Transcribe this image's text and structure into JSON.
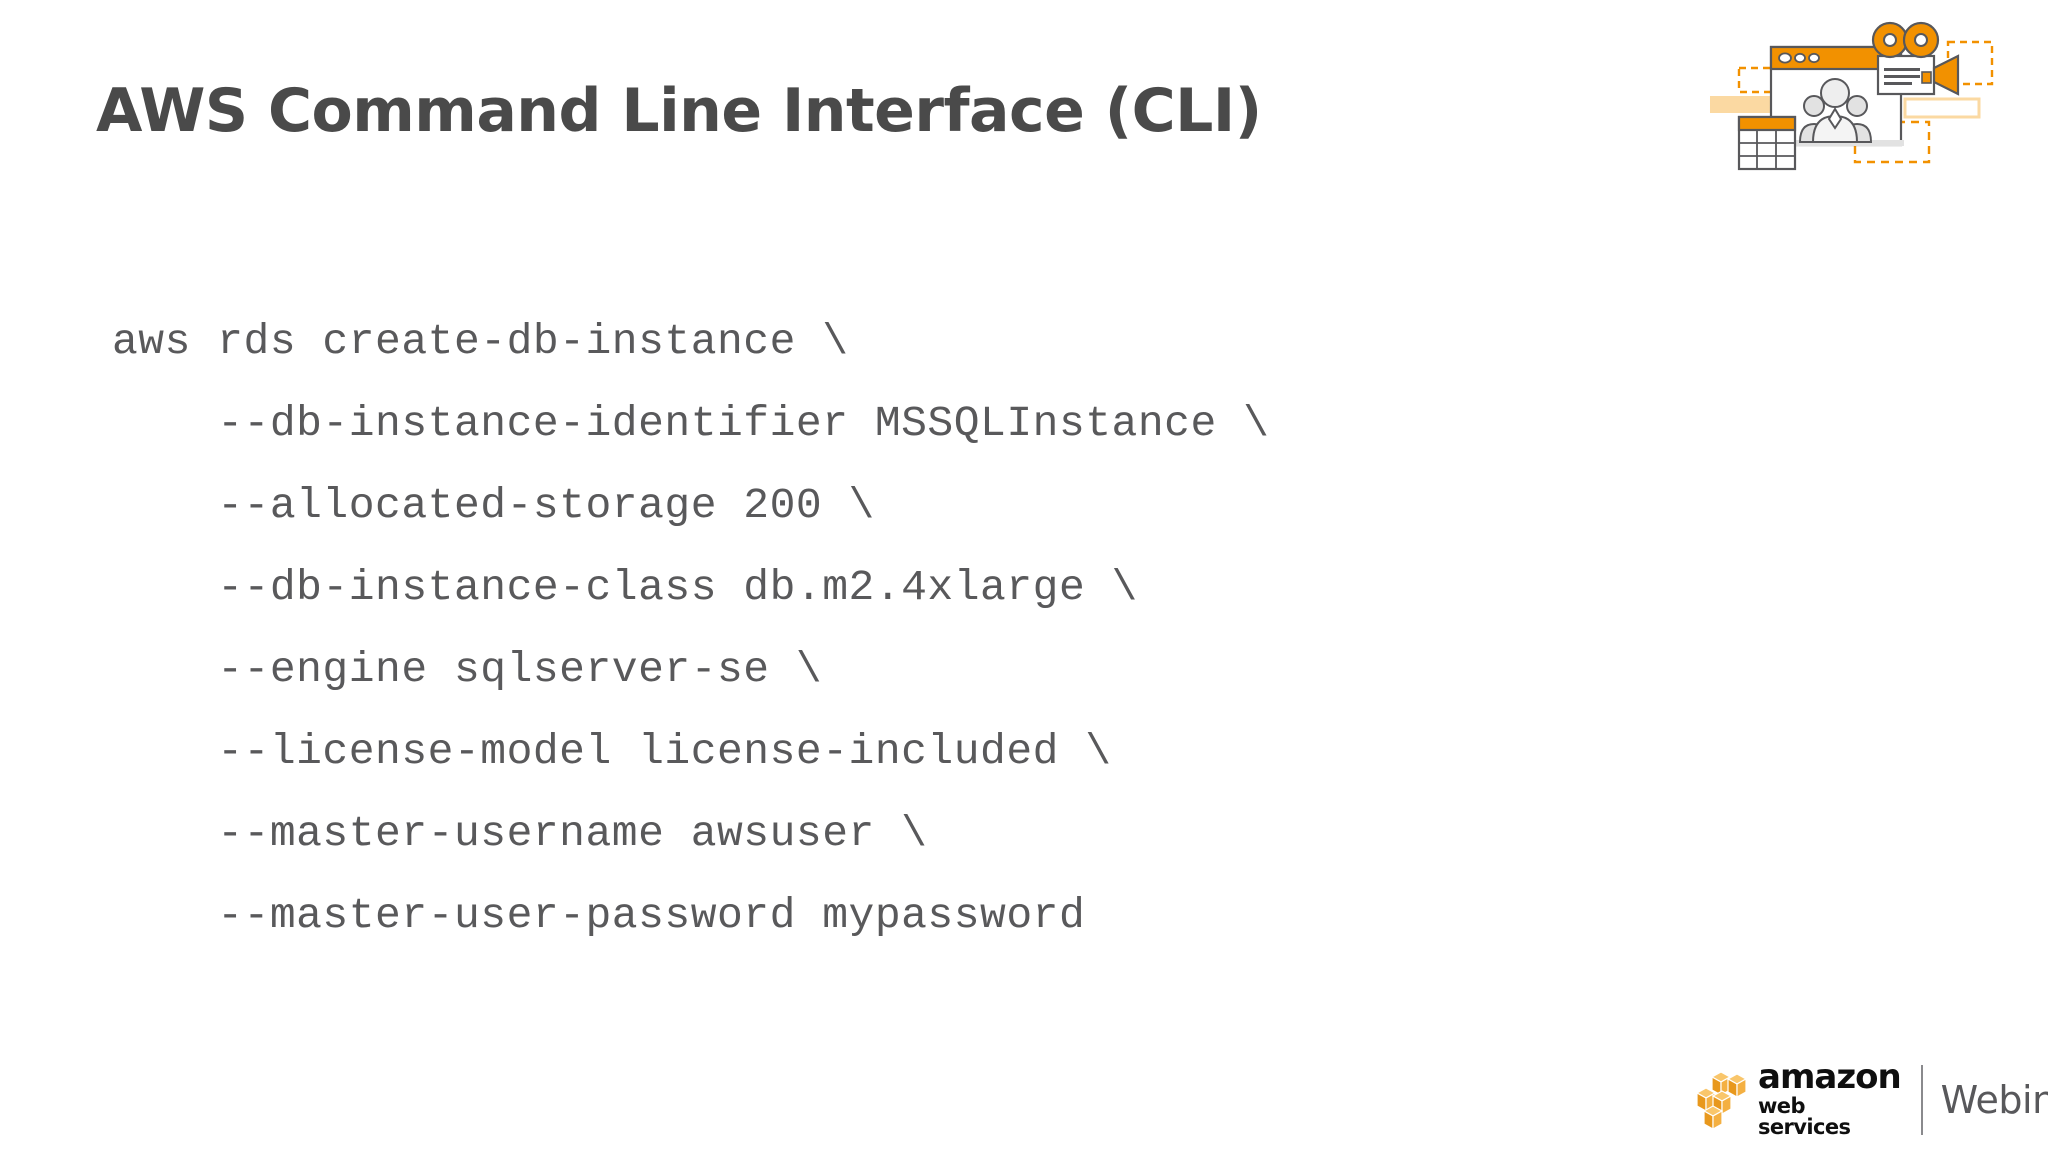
{
  "slide": {
    "title": "AWS Command Line Interface (CLI)",
    "background_color": "#ffffff",
    "title_color": "#4a4a4a"
  },
  "code": {
    "language": "shell",
    "text_color": "#59595b",
    "lines": [
      {
        "indent": 0,
        "full_text": "aws rds create-db-instance \\",
        "command": "aws rds create-db-instance",
        "value": "",
        "continuation": "\\"
      },
      {
        "indent": 4,
        "full_text": "    --db-instance-identifier MSSQLInstance \\",
        "flag": "--db-instance-identifier",
        "value": "MSSQLInstance",
        "continuation": "\\"
      },
      {
        "indent": 4,
        "full_text": "    --allocated-storage 200 \\",
        "flag": "--allocated-storage",
        "value": "200",
        "continuation": "\\"
      },
      {
        "indent": 4,
        "full_text": "    --db-instance-class db.m2.4xlarge \\",
        "flag": "--db-instance-class",
        "value": "db.m2.4xlarge",
        "continuation": "\\"
      },
      {
        "indent": 4,
        "full_text": "    --engine sqlserver-se \\",
        "flag": "--engine",
        "value": "sqlserver-se",
        "continuation": "\\"
      },
      {
        "indent": 4,
        "full_text": "    --license-model license-included \\",
        "flag": "--license-model",
        "value": "license-included",
        "continuation": "\\"
      },
      {
        "indent": 4,
        "full_text": "    --master-username awsuser \\",
        "flag": "--master-username",
        "value": "awsuser",
        "continuation": "\\"
      },
      {
        "indent": 4,
        "full_text": "    --master-user-password mypassword",
        "flag": "--master-user-password",
        "value": "mypassword",
        "continuation": ""
      }
    ]
  },
  "hero_art": {
    "name": "webinar-illustration",
    "elements": [
      "browser-window-icon",
      "people-group-icon",
      "movie-camera-icon",
      "spreadsheet-grid-icon",
      "dashed-rectangle-accent",
      "solid-bar-accent"
    ],
    "colors": {
      "orange": "#f29100",
      "orange_light": "#fbd9a2",
      "gray_outline": "#58585b",
      "gray_fill": "#e2e2e2"
    }
  },
  "logo": {
    "amazon": "amazon",
    "web_services": "web services",
    "webinars": "Webinars",
    "cube_color": "#f6a623",
    "text_color": "#0f0f0f",
    "webinars_color": "#58585b"
  }
}
